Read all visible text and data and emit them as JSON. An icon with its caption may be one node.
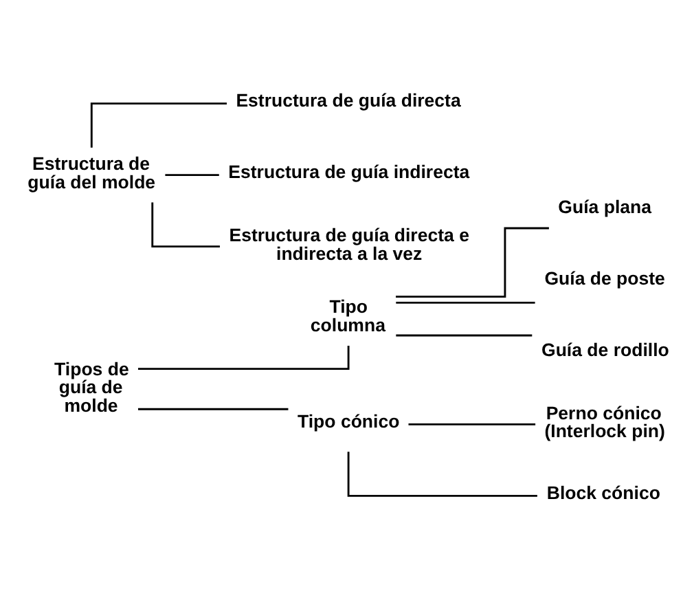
{
  "diagram": {
    "nodes": [
      {
        "text": [
          "Tipos de guía de molde"
        ]
      },
      {
        "text": [
          "Tipo columna"
        ]
      },
      {
        "text": [
          "Guía plana"
        ]
      },
      {
        "text": [
          "Guía de poste"
        ]
      },
      {
        "text": [
          "Guía de rodillo"
        ]
      },
      {
        "text": [
          "Tipo cónico"
        ]
      },
      {
        "text": [
          "Perno cónico (Interlock pin)"
        ]
      },
      {
        "text": [
          "Block cónico"
        ]
      },
      {
        "text": [
          "Estructura de guía del molde"
        ]
      },
      {
        "text": [
          "Estructura de guía directa"
        ]
      },
      {
        "text": [
          "Estructura de guía indirecta"
        ]
      },
      {
        "text": [
          "Estructura de guía directa e indirecta a la vez"
        ]
      }
    ],
    "edges": [
      {
        "from": 0,
        "to": 1,
        "arrow": "none"
      },
      {
        "from": 0,
        "to": 5,
        "arrow": "none"
      },
      {
        "from": 1,
        "to": 2,
        "arrow": "none"
      },
      {
        "from": 1,
        "to": 3,
        "arrow": "none"
      },
      {
        "from": 1,
        "to": 4,
        "arrow": "none"
      },
      {
        "from": 5,
        "to": 6,
        "arrow": "none"
      },
      {
        "from": 5,
        "to": 7,
        "arrow": "none"
      },
      {
        "from": 8,
        "to": 9,
        "arrow": "none"
      },
      {
        "from": 8,
        "to": 10,
        "arrow": "none"
      },
      {
        "from": 8,
        "to": 11,
        "arrow": "none"
      }
    ]
  }
}
